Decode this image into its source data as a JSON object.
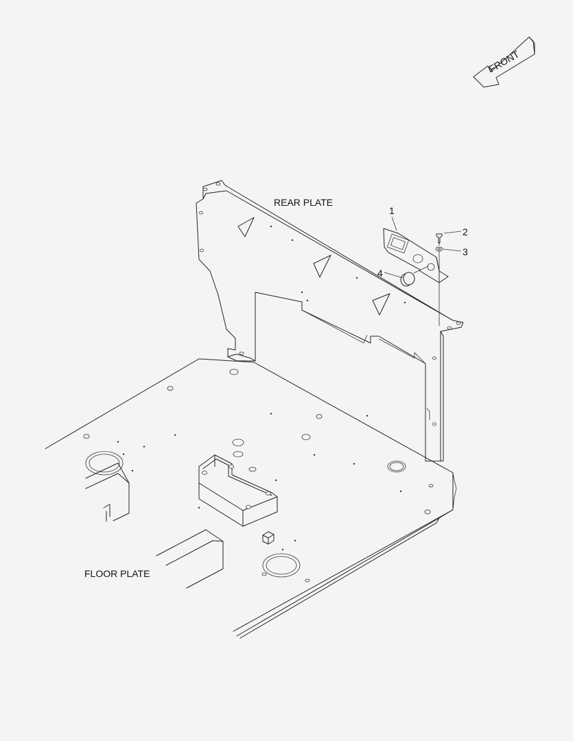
{
  "front_arrow": {
    "label": "FRONT"
  },
  "labels": {
    "rear_plate": "REAR PLATE",
    "floor_plate": "FLOOR PLATE"
  },
  "callouts": [
    {
      "number": "1",
      "part": "bracket-panel"
    },
    {
      "number": "2",
      "part": "screw"
    },
    {
      "number": "3",
      "part": "washer"
    },
    {
      "number": "4",
      "part": "cap"
    }
  ]
}
